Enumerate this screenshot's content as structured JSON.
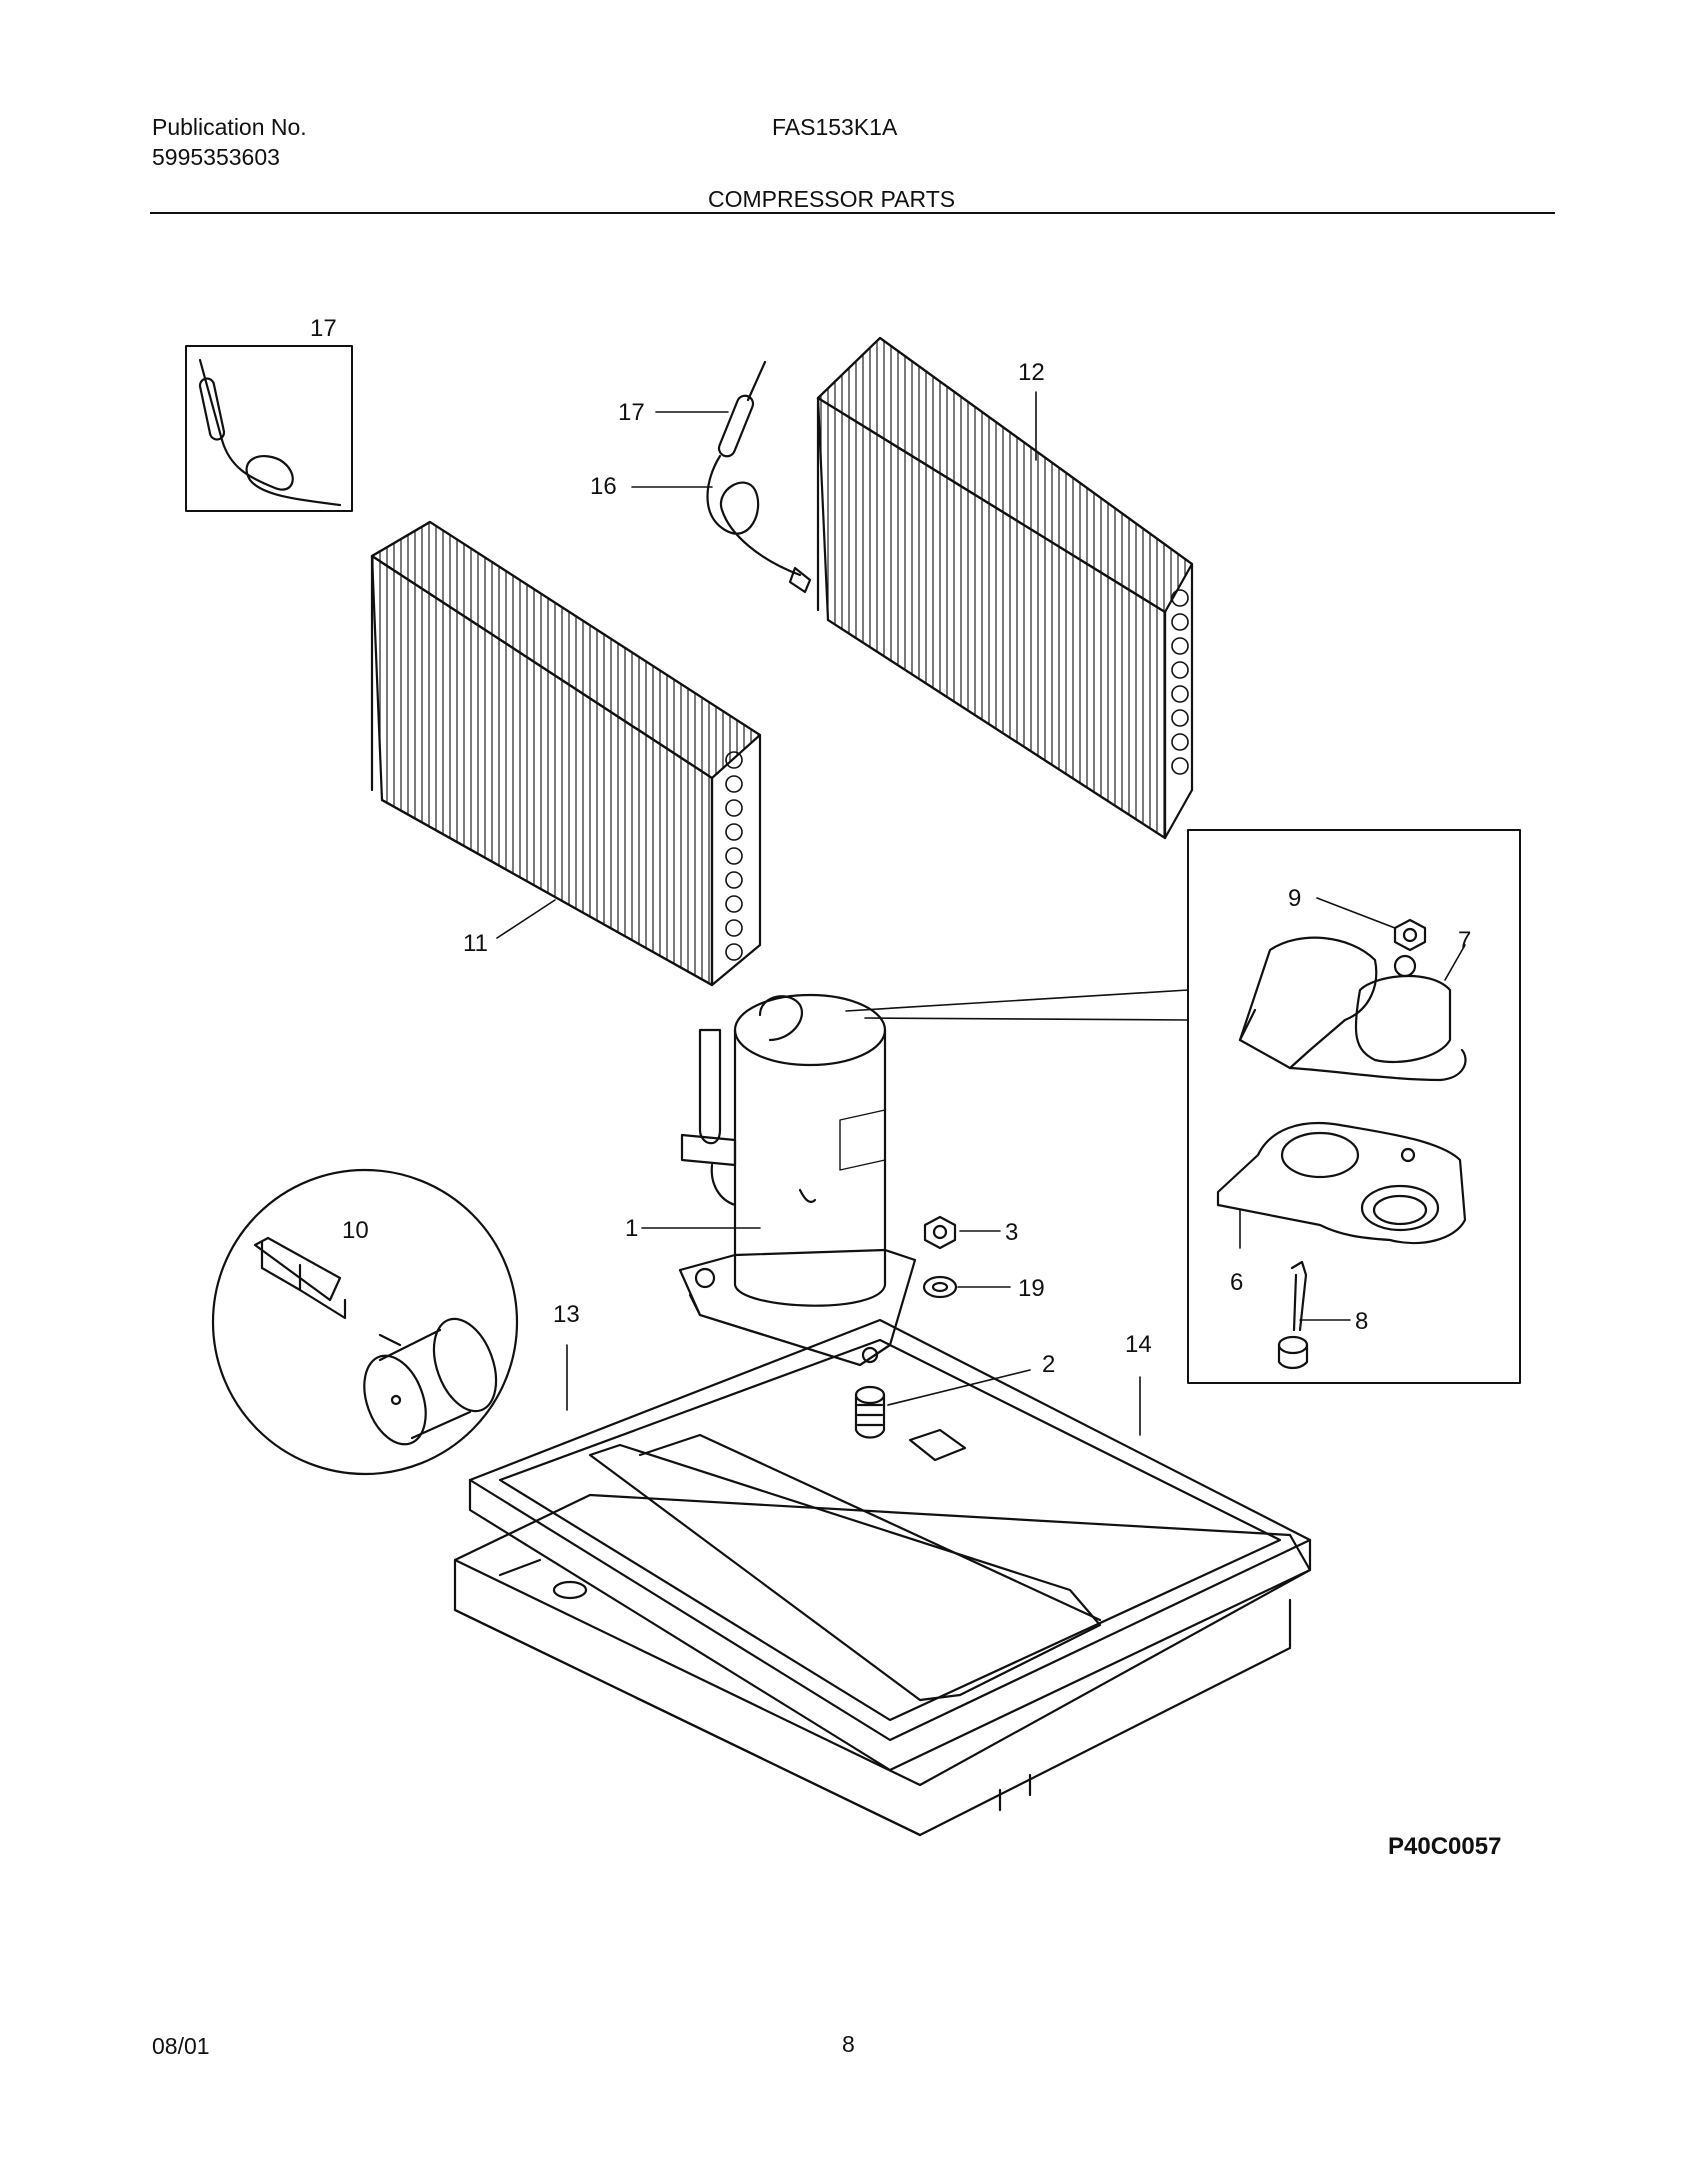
{
  "header": {
    "publication_label": "Publication No.",
    "publication_number": "5995353603",
    "model": "FAS153K1A",
    "section_title": "COMPRESSOR PARTS"
  },
  "diagram": {
    "callouts": [
      {
        "id": "inset17",
        "text": "17"
      },
      {
        "id": "c17",
        "text": "17"
      },
      {
        "id": "c16",
        "text": "16"
      },
      {
        "id": "c12",
        "text": "12"
      },
      {
        "id": "c11",
        "text": "11"
      },
      {
        "id": "c9",
        "text": "9"
      },
      {
        "id": "c7",
        "text": "7"
      },
      {
        "id": "c6",
        "text": "6"
      },
      {
        "id": "c8",
        "text": "8"
      },
      {
        "id": "c10",
        "text": "10"
      },
      {
        "id": "c1",
        "text": "1"
      },
      {
        "id": "c3",
        "text": "3"
      },
      {
        "id": "c19",
        "text": "19"
      },
      {
        "id": "c13",
        "text": "13"
      },
      {
        "id": "c14",
        "text": "14"
      },
      {
        "id": "c2",
        "text": "2"
      }
    ],
    "reference_code": "P40C0057"
  },
  "footer": {
    "date": "08/01",
    "page_number": "8"
  }
}
